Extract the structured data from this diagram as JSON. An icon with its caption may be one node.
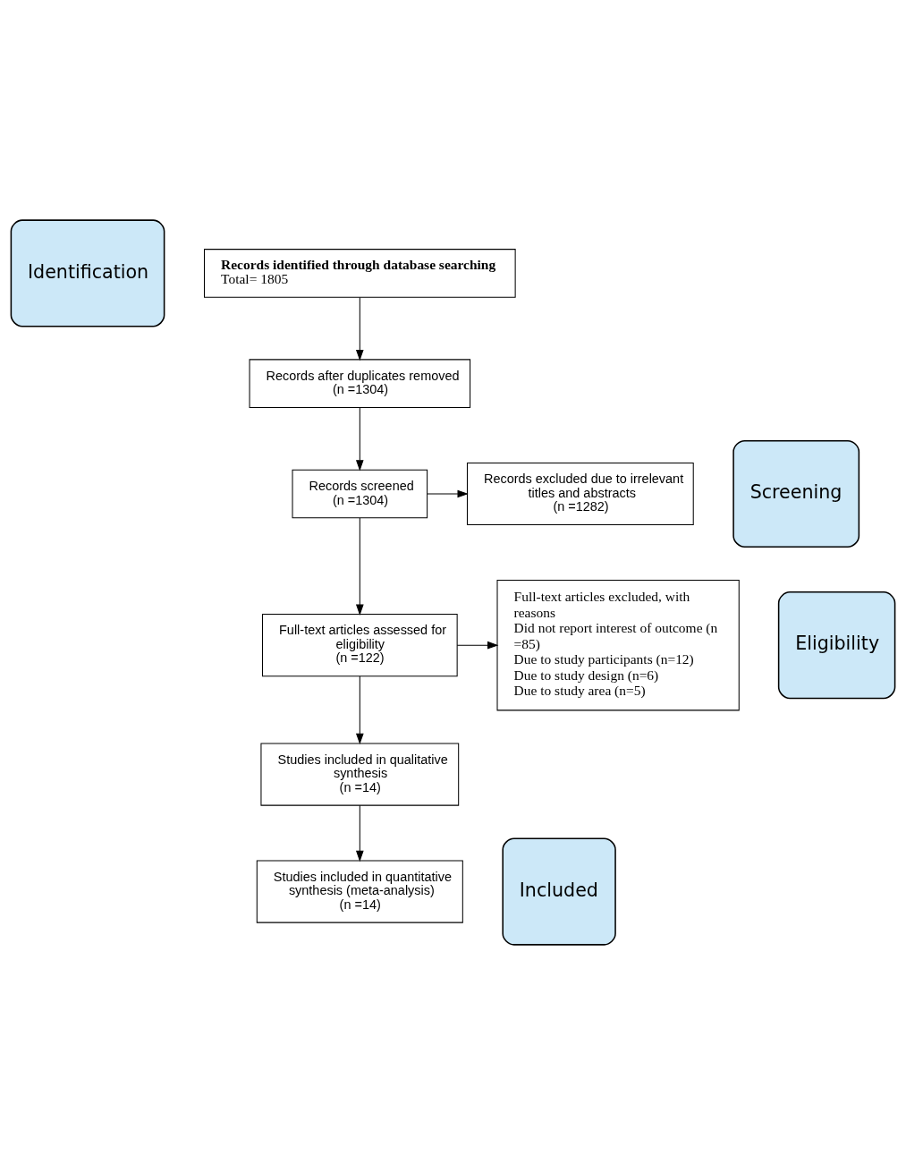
{
  "diagram": {
    "nodes": [
      {
        "text": [
          "Identification"
        ]
      },
      {
        "text": [
          "Records identified through database searching",
          "Total= 1805"
        ]
      },
      {
        "text": [
          "Records after duplicates removed",
          "(n =1304)"
        ]
      },
      {
        "text": [
          "Screening"
        ]
      },
      {
        "text": [
          "Records screened",
          "(n =1304)"
        ]
      },
      {
        "text": [
          "Records excluded due to irrelevant titles and abstracts",
          "(n =1282)"
        ]
      },
      {
        "text": [
          "Eligibility"
        ]
      },
      {
        "text": [
          "Full-text articles assessed for eligibility",
          "(n =122)"
        ]
      },
      {
        "text": [
          "Full-text articles excluded, with reasons",
          "Did not report interest of outcome (n =85)",
          "Due to study participants (n=12)",
          "Due to study design (n=6)",
          "Due to study area (n=5)"
        ]
      },
      {
        "text": [
          "Included"
        ]
      },
      {
        "text": [
          "Studies included in qualitative synthesis",
          "(n =14)"
        ]
      },
      {
        "text": [
          "Studies included in quantitative synthesis (meta-analysis)",
          "(n =14)"
        ]
      }
    ],
    "edges": [
      {
        "from": 1,
        "to": 2,
        "arrow": "to"
      },
      {
        "from": 2,
        "to": 4,
        "arrow": "to"
      },
      {
        "from": 4,
        "to": 5,
        "arrow": "to"
      },
      {
        "from": 4,
        "to": 7,
        "arrow": "to"
      },
      {
        "from": 7,
        "to": 8,
        "arrow": "to"
      },
      {
        "from": 7,
        "to": 10,
        "arrow": "to"
      },
      {
        "from": 10,
        "to": 11,
        "arrow": "to"
      }
    ]
  }
}
